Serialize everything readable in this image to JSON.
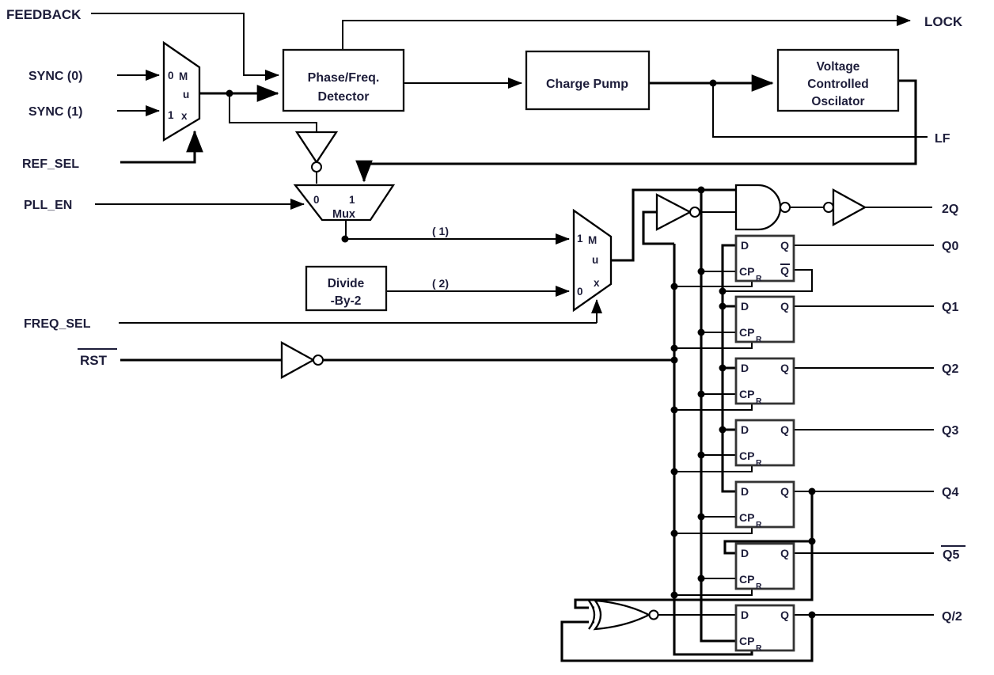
{
  "signals": {
    "feedback": "FEEDBACK",
    "sync0": "SYNC (0)",
    "sync1": "SYNC (1)",
    "ref_sel": "REF_SEL",
    "pll_en": "PLL_EN",
    "freq_sel": "FREQ_SEL",
    "rst": "RST",
    "lock": "LOCK",
    "lf": "LF",
    "two_q": "2Q",
    "q0": "Q0",
    "q1": "Q1",
    "q2": "Q2",
    "q3": "Q3",
    "q4": "Q4",
    "q5": "Q5",
    "q_div2": "Q/2"
  },
  "blocks": {
    "pfd": {
      "line1": "Phase/Freq.",
      "line2": "Detector"
    },
    "charge_pump": {
      "label": "Charge Pump"
    },
    "vco": {
      "line1": "Voltage",
      "line2": "Controlled",
      "line3": "Oscilator"
    },
    "divider": {
      "line1": "Divide",
      "line2": "-By-2"
    }
  },
  "muxes": {
    "ref": {
      "sel0": "0",
      "sel1": "1",
      "m": "M",
      "u": "u",
      "x": "x"
    },
    "pll": {
      "sel0": "0",
      "sel1": "1",
      "label": "Mux"
    },
    "freq": {
      "sel0": "0",
      "sel1": "1",
      "m": "M",
      "u": "u",
      "x": "x"
    }
  },
  "flip_flop_pins": {
    "d": "D",
    "q": "Q",
    "cp": "CP",
    "r": "R",
    "q_bar": "Q"
  },
  "wire_labels": {
    "path1": "( 1)",
    "path2": "( 2)"
  },
  "colors": {
    "line": "#000000",
    "text": "#1d1d3a",
    "background": "#ffffff"
  }
}
